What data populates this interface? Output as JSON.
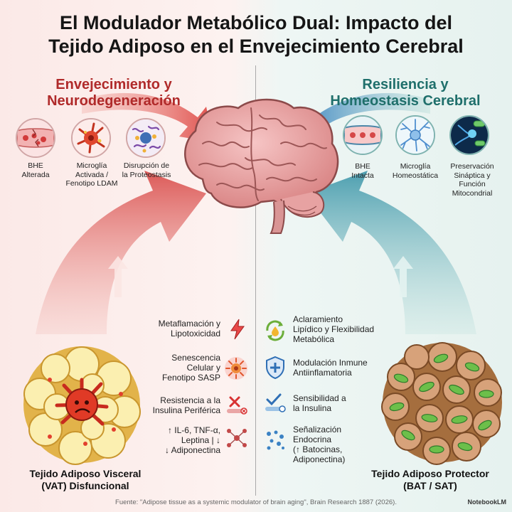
{
  "title": {
    "line1": "El Modulador Metabólico Dual: Impacto del",
    "line2": "Tejido Adiposo en el Envejecimiento Cerebral"
  },
  "left": {
    "heading_line1": "Envejecimiento y",
    "heading_line2": "Neurodegeneración",
    "effects": [
      {
        "line1": "BHE",
        "line2": "Alterada",
        "line3": ""
      },
      {
        "line1": "Microglía",
        "line2": "Activada /",
        "line3": "Fenotipo LDAM"
      },
      {
        "line1": "Disrupción de",
        "line2": "la Proteostasis",
        "line3": ""
      }
    ],
    "mechanisms": [
      {
        "line1": "Metaflamación y",
        "line2": "Lipotoxicidad",
        "line3": ""
      },
      {
        "line1": "Senescencia",
        "line2": "Celular y",
        "line3": "Fenotipo SASP"
      },
      {
        "line1": "Resistencia a la",
        "line2": "Insulina Periférica",
        "line3": ""
      },
      {
        "line1": "↑ IL-6, TNF-α,",
        "line2": "Leptina | ↓",
        "line3": "↓ Adiponectina"
      }
    ],
    "tissue_line1": "Tejido Adiposo Visceral",
    "tissue_line2": "(VAT) Disfuncional"
  },
  "right": {
    "heading_line1": "Resiliencia y",
    "heading_line2": "Homeostasis Cerebral",
    "effects": [
      {
        "line1": "BHE",
        "line2": "Intacta",
        "line3": "",
        "line4": ""
      },
      {
        "line1": "Microglía",
        "line2": "Homeostática",
        "line3": "",
        "line4": ""
      },
      {
        "line1": "Preservación",
        "line2": "Sináptica y",
        "line3": "Función",
        "line4": "Mitocondrial"
      }
    ],
    "mechanisms": [
      {
        "line1": "Aclaramiento",
        "line2": "Lipídico y Flexibilidad",
        "line3": "Metabólica"
      },
      {
        "line1": "Modulación Inmune",
        "line2": "Antiinflamatoria",
        "line3": ""
      },
      {
        "line1": "Sensibilidad a",
        "line2": "la Insulina",
        "line3": ""
      },
      {
        "line1": "Señalización",
        "line2": "Endocrina",
        "line3": "(↑ Batocinas,",
        "line4": "Adiponectina)"
      }
    ],
    "tissue_line1": "Tejido Adiposo Protector",
    "tissue_line2": "(BAT / SAT)"
  },
  "source": "Fuente: \"Adipose tissue as a systemic modulator of brain aging\", Brain Research 1887 (2026).",
  "brand": "NotebookLM",
  "colors": {
    "red": "#b02a2a",
    "teal": "#1f6f6b",
    "arrow_red": "#e06a6a",
    "arrow_teal": "#5fa3b8"
  }
}
